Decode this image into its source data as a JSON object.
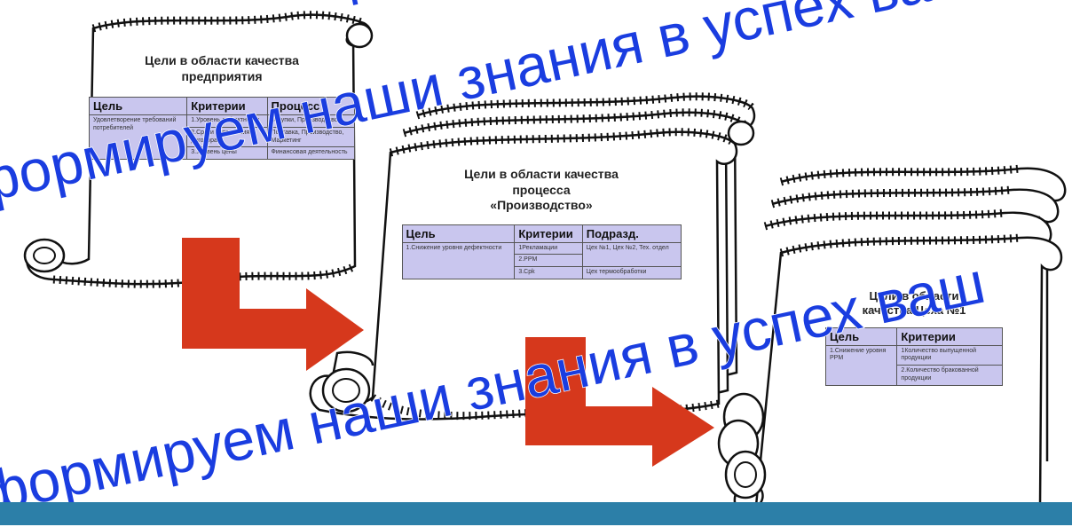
{
  "scroll1": {
    "title_line1": "Цели в области качества",
    "title_line2": "предприятия",
    "headers": [
      "Цель",
      "Критерии",
      "Процесс"
    ],
    "rows": [
      [
        "Удовлетворение требований потребителей",
        "1.Уровень дефектности",
        "Закупки, Производство"
      ],
      [
        "",
        "2.Сроки исполнения договора",
        "Поставка, Производство, Маркетинг"
      ],
      [
        "",
        "3.Уровень цены",
        "Финансовая деятельность"
      ]
    ]
  },
  "scroll2": {
    "title_line1": "Цели в области качества",
    "title_line2": "процесса",
    "title_line3": "«Производство»",
    "headers": [
      "Цель",
      "Критерии",
      "Подразд."
    ],
    "rows": [
      [
        "1.Снижение уровня дефектности",
        "1Рекламации",
        "Цех №1, Цех №2, Тех. отдел"
      ],
      [
        "",
        "2.PPM",
        ""
      ],
      [
        "",
        "3.Cpk",
        "Цех термообработки"
      ]
    ]
  },
  "scroll3": {
    "title_line1": "Цели в области",
    "title_line2": "качества Цеха №1",
    "headers": [
      "Цель",
      "Критерии"
    ],
    "rows": [
      [
        "1.Снижение уровня PPM",
        "1Количество выпущенной продукции"
      ],
      [
        "",
        "2.Количество бракованной продукции"
      ]
    ]
  },
  "watermark": {
    "line1": "формируем наши знания",
    "line2": "формируем наши знания в успех ваш",
    "line3": "формируем наши знания в успех ваш"
  },
  "colors": {
    "arrow": "#d6381c",
    "table_fill": "#c9c6ee",
    "watermark": "#1a3de0",
    "bottom_bar": "#2c7fa8"
  }
}
